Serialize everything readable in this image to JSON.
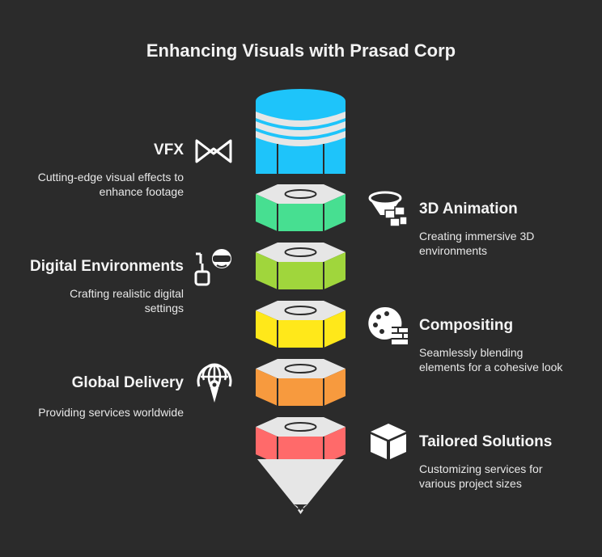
{
  "title": "Enhancing Visuals with Prasad Corp",
  "colors": {
    "background": "#2b2b2b",
    "top": "#1ec4fa",
    "green": "#47df91",
    "lime": "#a0d63c",
    "yellow": "#ffe81a",
    "orange": "#f79a3e",
    "red": "#ff6a6a",
    "cap": "#e6e6e6"
  },
  "items": [
    {
      "label": "VFX",
      "desc_line1": "Cutting-edge visual effects to",
      "desc_line2": "enhance footage",
      "icon": "infinity-icon"
    },
    {
      "label": "3D Animation",
      "desc_line1": "Creating immersive 3D",
      "desc_line2": "environments",
      "icon": "3d-cubes-icon"
    },
    {
      "label": "Digital Environments",
      "desc_line1": "Crafting realistic digital",
      "desc_line2": "settings",
      "icon": "vr-headset-icon"
    },
    {
      "label": "Compositing",
      "desc_line1": "Seamlessly blending",
      "desc_line2": "elements for a cohesive look",
      "icon": "palette-icon"
    },
    {
      "label": "Global Delivery",
      "desc_line1": "Providing services worldwide",
      "desc_line2": "",
      "icon": "globe-pin-icon"
    },
    {
      "label": "Tailored Solutions",
      "desc_line1": "Customizing services for",
      "desc_line2": "various project sizes",
      "icon": "box-icon"
    }
  ]
}
